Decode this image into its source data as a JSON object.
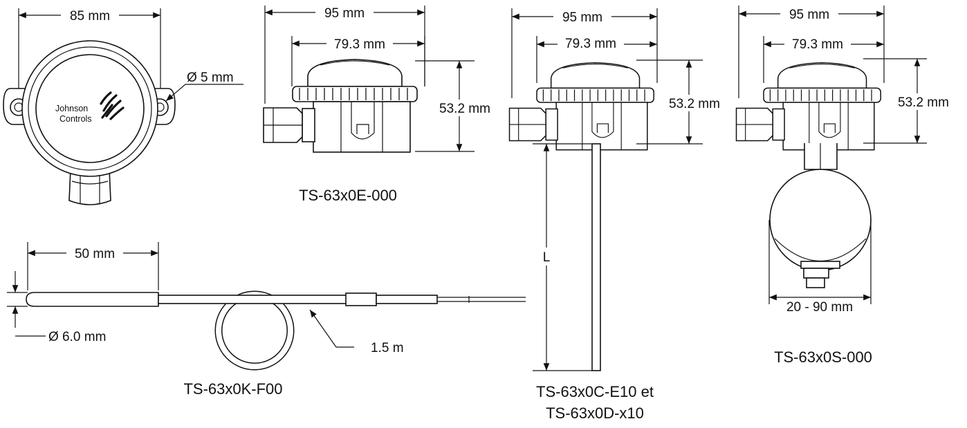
{
  "front": {
    "width_label": "85 mm",
    "hole_label": "Ø 5 mm",
    "logo_line1": "Johnson",
    "logo_line2": "Controls"
  },
  "e_model": {
    "width_label": "95 mm",
    "inner_label": "79.3 mm",
    "height_label": "53.2 mm",
    "caption": "TS-63x0E-000"
  },
  "c_model": {
    "width_label": "95 mm",
    "inner_label": "79.3 mm",
    "height_label": "53.2 mm",
    "length_label": "L",
    "caption_line1": "TS-63x0C-E10 et",
    "caption_line2": "TS-63x0D-x10"
  },
  "s_model": {
    "width_label": "95 mm",
    "inner_label": "79.3 mm",
    "height_label": "53.2 mm",
    "clamp_label": "20 - 90 mm",
    "caption": "TS-63x0S-000"
  },
  "k_model": {
    "probe_label": "50 mm",
    "diameter_label": "Ø 6.0 mm",
    "cable_label": "1.5 m",
    "caption": "TS-63x0K-F00"
  }
}
